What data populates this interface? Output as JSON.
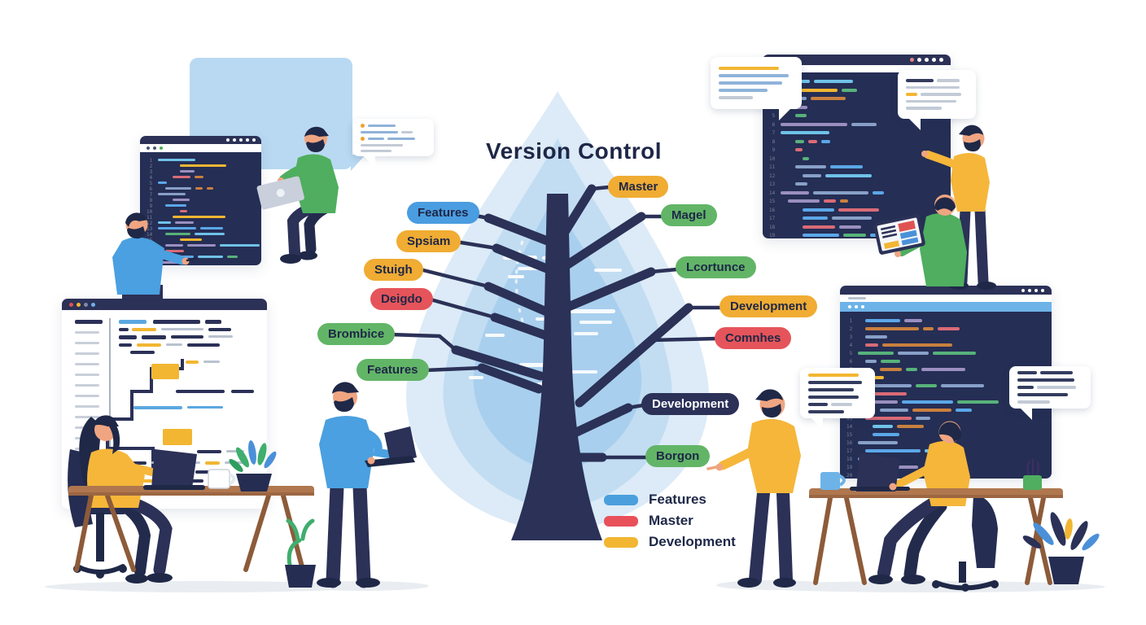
{
  "title": "Version Control",
  "tree": {
    "left_labels": [
      {
        "text": "Features",
        "color": "blue"
      },
      {
        "text": "Spsiam",
        "color": "yellow"
      },
      {
        "text": "Stuigh",
        "color": "yellow"
      },
      {
        "text": "Deigdo",
        "color": "red"
      },
      {
        "text": "Brombice",
        "color": "green"
      },
      {
        "text": "Features",
        "color": "green"
      }
    ],
    "right_labels": [
      {
        "text": "Master",
        "color": "yellow"
      },
      {
        "text": "Magel",
        "color": "green"
      },
      {
        "text": "Lcortunce",
        "color": "green"
      },
      {
        "text": "Development",
        "color": "yellow"
      },
      {
        "text": "Comnhes",
        "color": "red"
      },
      {
        "text": "Development",
        "color": "navy"
      },
      {
        "text": "Borgon",
        "color": "green"
      }
    ]
  },
  "legend": {
    "items": [
      {
        "label": "Features",
        "color": "#4a9fdc"
      },
      {
        "label": "Master",
        "color": "#e8515a"
      },
      {
        "label": "Development",
        "color": "#f2b632"
      }
    ]
  },
  "colors": {
    "badges": {
      "blue": "#4a9de0",
      "yellow": "#f0ac33",
      "green": "#62b567",
      "red": "#e5545a",
      "navy": "#2b3157"
    },
    "badge_text_dark": "#1e2747",
    "badge_text_light": "#ffffff",
    "ink": "#2b3157",
    "tree_blue_outer": "#dcebf7",
    "tree_blue_mid": "#c2ddf2",
    "tree_blue_inner": "#a9cfee",
    "code_palette": [
      "#5ba7e8",
      "#f2b632",
      "#57b27a",
      "#d96b77",
      "#9b8fc0",
      "#6fc2e8",
      "#c9803f",
      "#88a0c8"
    ]
  }
}
